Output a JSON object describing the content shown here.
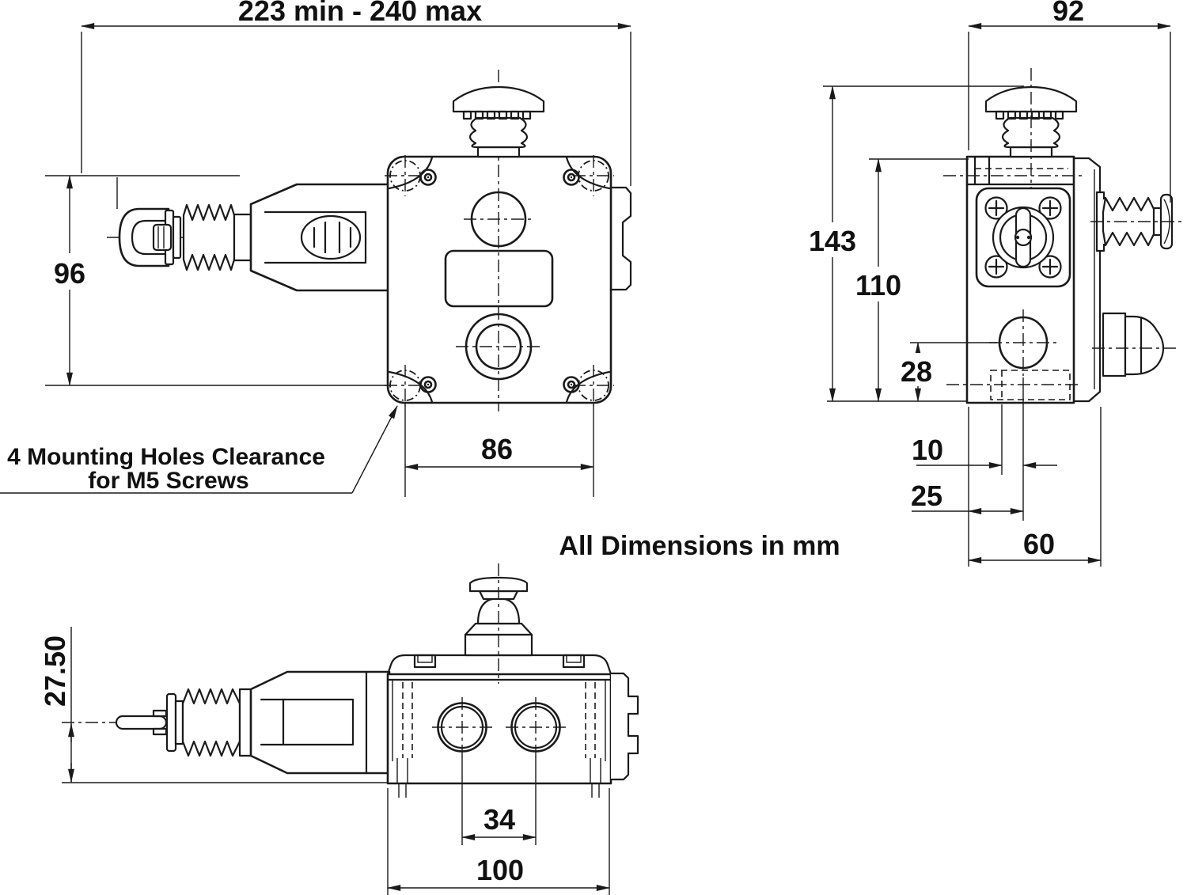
{
  "notes": {
    "mounting_line1": "4 Mounting Holes Clearance",
    "mounting_line2": "for M5 Screws",
    "units": "All Dimensions in mm"
  },
  "front_view": {
    "width_range": "223 min  -  240 max",
    "mount_hole_vertical_spacing": "96",
    "mount_hole_horizontal_spacing": "86"
  },
  "side_view": {
    "overall_depth": "92",
    "overall_height": "143",
    "body_height": "110",
    "gland_center_offset": "28",
    "conduit_offset": "10",
    "gland_face_offset": "25",
    "body_depth": "60"
  },
  "bottom_view": {
    "lever_axis_offset": "27.50",
    "gland_spacing": "34",
    "body_width": "100"
  }
}
